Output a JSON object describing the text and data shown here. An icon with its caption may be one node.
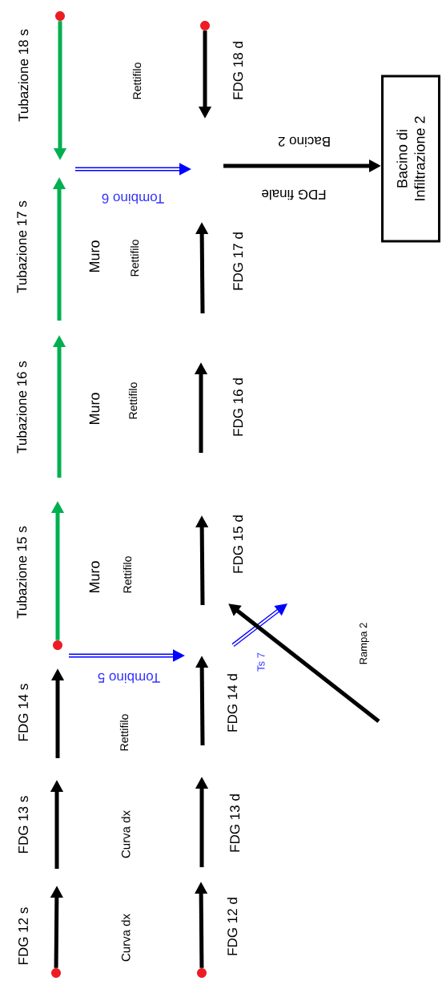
{
  "diagram": {
    "nodes": [
      {
        "text": [],
        "shape": "circle"
      },
      {
        "text": [],
        "shape": "circle"
      },
      {
        "text": [
          "Bacino di",
          "Infiltrazione 2"
        ]
      },
      {
        "text": [],
        "shape": "circle"
      },
      {
        "text": [],
        "shape": "circle"
      },
      {
        "text": [],
        "shape": "circle"
      }
    ],
    "edges": [
      {
        "from": 4,
        "to": null,
        "arrow": "to",
        "label": "FDG 12 s"
      },
      {
        "from": 3,
        "to": null,
        "arrow": "to",
        "label": "Tubazione 15 s",
        "color": "#00b050"
      },
      {
        "from": 0,
        "to": null,
        "arrow": "to",
        "label": "Tubazione 18 s",
        "color": "#00b050"
      },
      {
        "from": 5,
        "to": null,
        "arrow": "to",
        "label": "FDG 12 d"
      },
      {
        "from": 1,
        "to": null,
        "arrow": "to",
        "label": "FDG 18 d"
      },
      {
        "from": null,
        "to": 2,
        "arrow": "to",
        "label": "FDG finale"
      }
    ],
    "labels": [
      "Rettifilo",
      "Bacino 2",
      "Tombino 6",
      "Tubazione 17 s",
      "Muro",
      "Rettifilo",
      "FDG 17 d",
      "Rettifilo",
      "Tubazione 16 s",
      "Muro",
      "FDG 16 d",
      "FDG 15 d",
      "Rettifilo",
      "Muro",
      "Rampa 2",
      "Ts 7",
      "Tombino 5",
      "FDG 14 d",
      "FDG 14 s",
      "Rettifilo",
      "FDG 13 d",
      "FDG 13 s",
      "Curva dx",
      "Curva dx"
    ]
  }
}
